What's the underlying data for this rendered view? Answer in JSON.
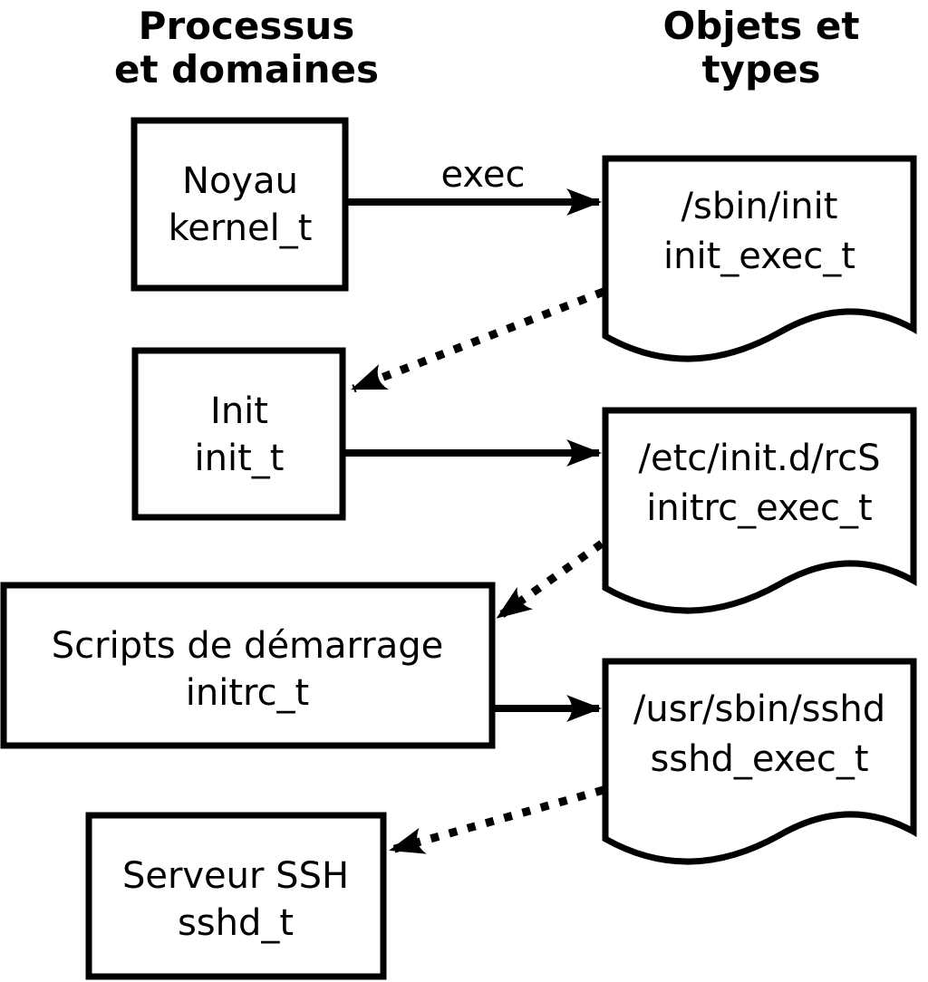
{
  "diagram": {
    "background": "#ffffff",
    "ink": "#000000",
    "column_headers": {
      "left_line1": "Processus",
      "left_line2": "et domaines",
      "right_line1": "Objets et",
      "right_line2": "types"
    },
    "exec_label": "exec",
    "processes": [
      {
        "name": "Noyau",
        "domain": "kernel_t"
      },
      {
        "name": "Init",
        "domain": "init_t"
      },
      {
        "name": "Scripts de démarrage",
        "domain": "initrc_t"
      },
      {
        "name": "Serveur SSH",
        "domain": "sshd_t"
      }
    ],
    "objects": [
      {
        "path": "/sbin/init",
        "type": "init_exec_t"
      },
      {
        "path": "/etc/init.d/rcS",
        "type": "initrc_exec_t"
      },
      {
        "path": "/usr/sbin/sshd",
        "type": "sshd_exec_t"
      }
    ]
  }
}
